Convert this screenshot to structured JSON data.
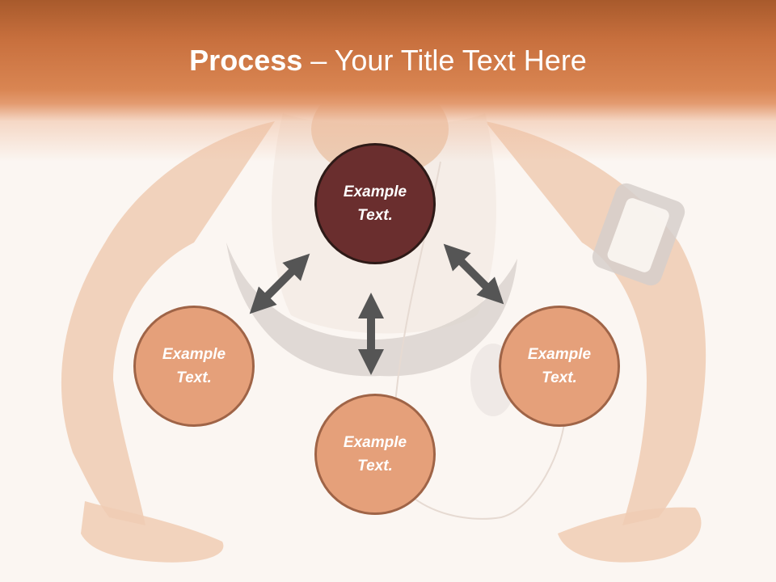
{
  "title": {
    "bold": "Process",
    "rest": " – Your Title Text Here"
  },
  "nodes": {
    "top": {
      "line1": "Example",
      "line2": "Text."
    },
    "left": {
      "line1": "Example",
      "line2": "Text."
    },
    "bottom": {
      "line1": "Example",
      "line2": "Text."
    },
    "right": {
      "line1": "Example",
      "line2": "Text."
    }
  },
  "colors": {
    "header": "#d98552",
    "node_dark": "#6a2e2e",
    "node_light": "#e5a07a",
    "arrow": "#555555"
  },
  "icons": [
    "double-arrow-icon"
  ]
}
